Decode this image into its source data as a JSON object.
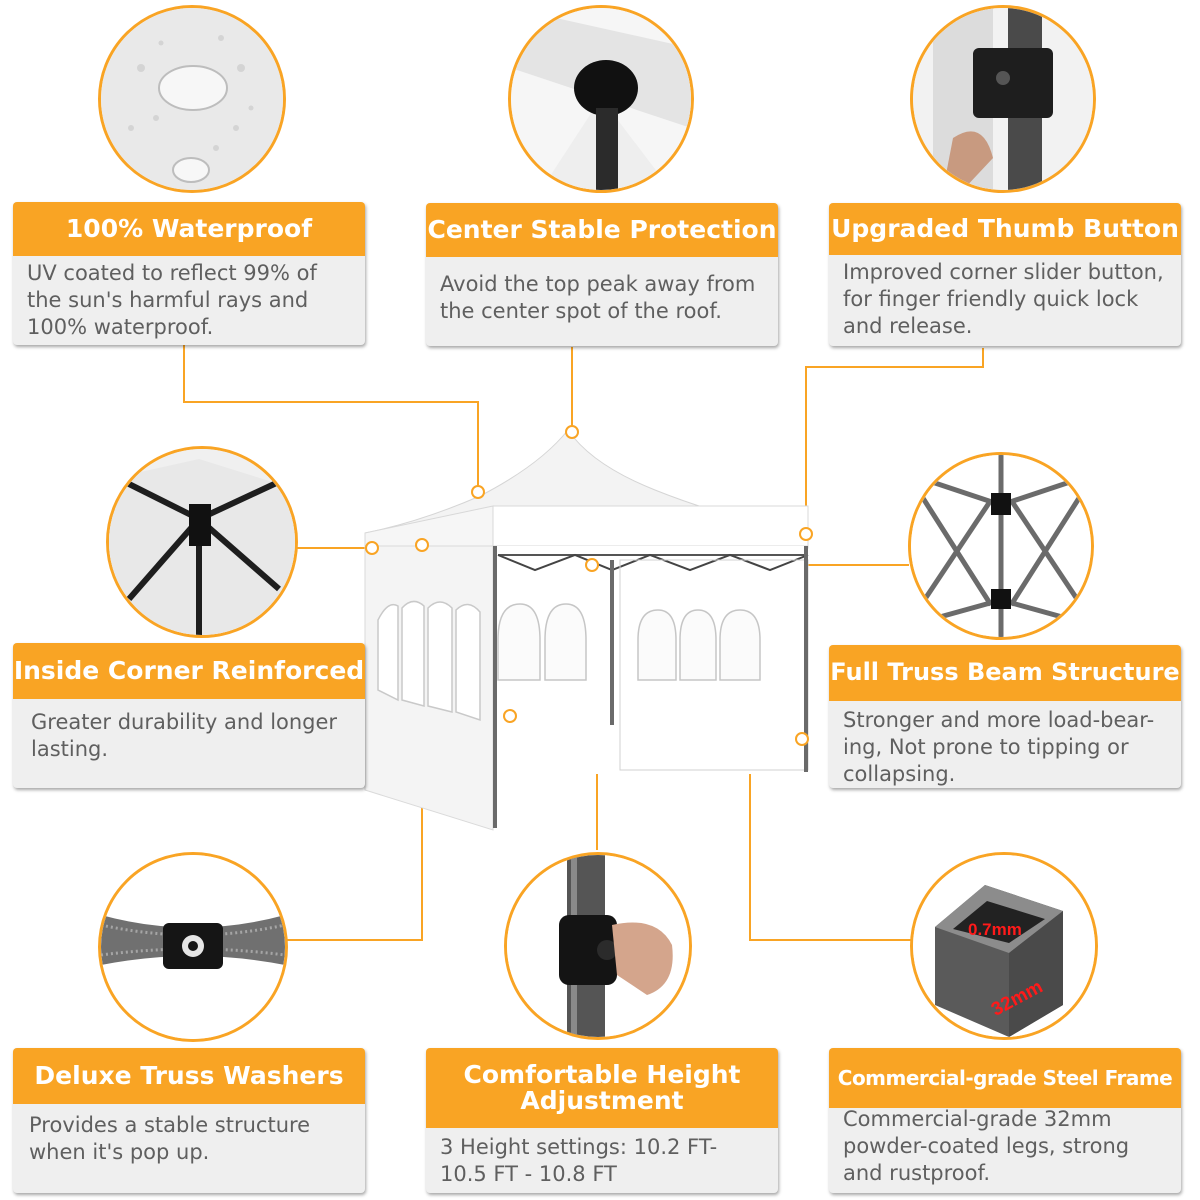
{
  "features": [
    {
      "title": "100% Waterproof",
      "body": "UV coated to reflect 99% of\nthe sun's harmful rays and\n100% waterproof.",
      "image": "water-droplets-on-fabric"
    },
    {
      "title": "Center Stable Protection",
      "body": "Avoid the top peak away from\nthe center spot of the roof.",
      "image": "center-pole-cap"
    },
    {
      "title": "Upgraded Thumb Button",
      "body": "Improved corner slider button,\nfor finger friendly quick lock\nand release.",
      "image": "corner-slider-button"
    },
    {
      "title": "Inside Corner Reinforced",
      "body": "Greater durability and longer\nlasting.",
      "image": "corner-bracket"
    },
    {
      "title": "Full Truss Beam Structure",
      "body": "Stronger and more load-bear-\ning, Not prone to tipping or\ncollapsing.",
      "image": "truss-beam-frame"
    },
    {
      "title": "Deluxe Truss Washers",
      "body": "Provides a stable structure\nwhen it's pop up.",
      "image": "truss-washer"
    },
    {
      "title": "Comfortable Height\nAdjustment",
      "body": "3 Height settings: 10.2 FT-\n10.5 FT - 10.8 FT",
      "image": "height-adjust-button"
    },
    {
      "title": "Commercial-grade Steel Frame",
      "body": "Commercial-grade 32mm\npowder-coated legs, strong\nand rustproof.",
      "image": "square-steel-tube"
    }
  ],
  "dimension_labels": {
    "thickness": "0.7mm",
    "width": "32mm"
  },
  "colors": {
    "accent": "#f9a424",
    "card_bg": "#efefef",
    "body_text": "#5f5f5f",
    "dimension_text": "#ff1a1a"
  },
  "product": "white pop-up canopy tent with sidewalls and arched windows"
}
